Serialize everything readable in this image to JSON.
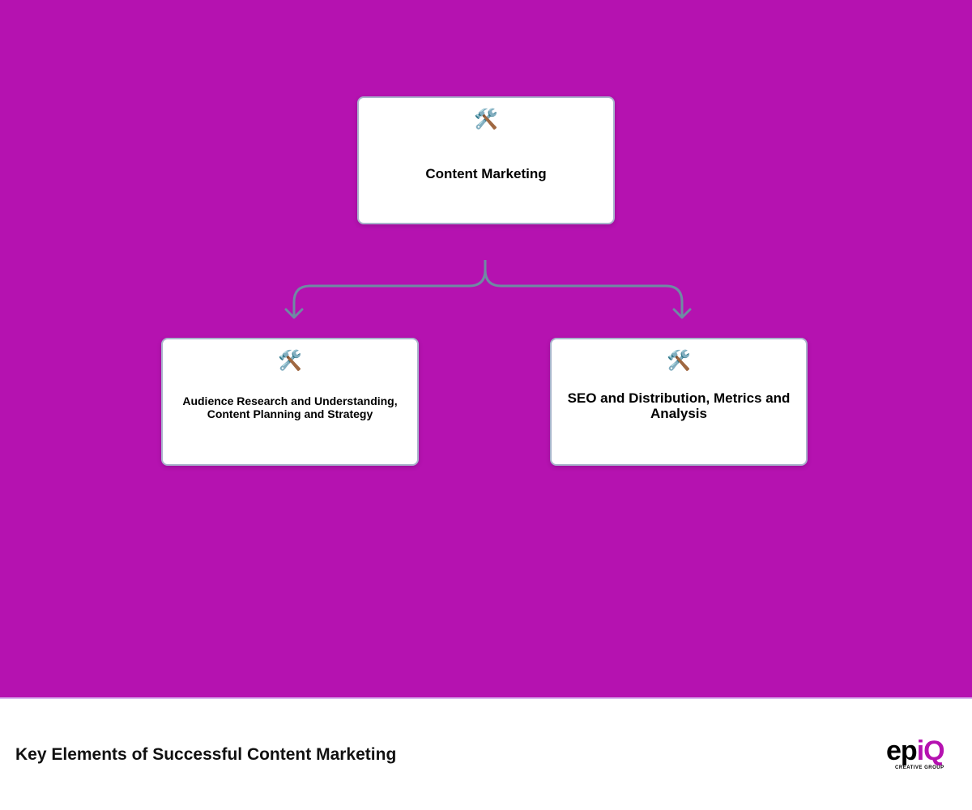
{
  "colors": {
    "background": "#b512b0",
    "node_fill": "#ffffff",
    "node_border": "#a9b4cc",
    "connector": "#6f8aa3"
  },
  "nodes": [
    {
      "icon": "hammer-and-wrench-icon",
      "glyph": "🛠️",
      "label": "Content Marketing"
    },
    {
      "icon": "hammer-and-wrench-icon",
      "glyph": "🛠️",
      "label": "Audience Research and Understanding, Content Planning and Strategy"
    },
    {
      "icon": "hammer-and-wrench-icon",
      "glyph": "🛠️",
      "label": "SEO and Distribution, Metrics and Analysis"
    }
  ],
  "edges": [
    {
      "from": 0,
      "to": 1
    },
    {
      "from": 0,
      "to": 2
    }
  ],
  "footer": {
    "title": "Key Elements of Successful Content Marketing",
    "logo": {
      "text_main": "ep",
      "text_accent": "iQ",
      "tagline": "CREATIVE GROUP"
    }
  }
}
